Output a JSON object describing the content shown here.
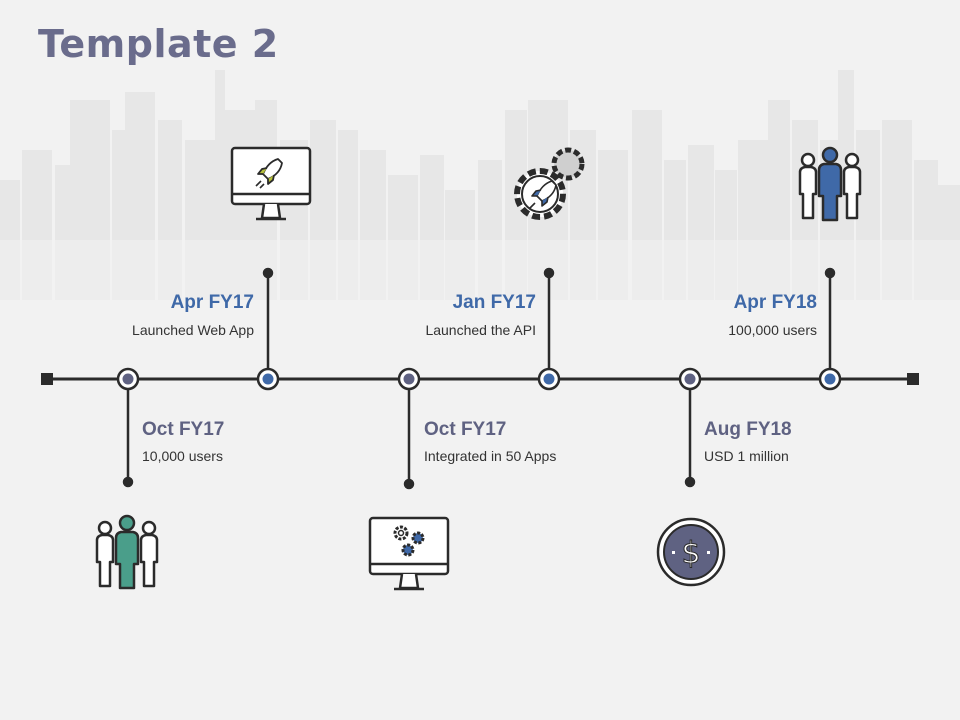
{
  "slide": {
    "title": "Template 2"
  },
  "colors": {
    "title": "#6a6c8c",
    "accent_blue": "#3f69a8",
    "accent_slate": "#5f6282",
    "accent_teal": "#4a9e8a",
    "line": "#2b2b2b",
    "background": "#f2f2f2",
    "skyline": "#e6e6e6"
  },
  "milestones": [
    {
      "date": "Oct FY17",
      "description": "10,000 users",
      "position": "below",
      "icon": "people-group-icon"
    },
    {
      "date": "Apr FY17",
      "description": "Launched Web App",
      "position": "above",
      "icon": "monitor-rocket-icon"
    },
    {
      "date": "Oct FY17",
      "description": "Integrated in 50 Apps",
      "position": "below",
      "icon": "monitor-gears-icon"
    },
    {
      "date": "Jan FY17",
      "description": "Launched the API",
      "position": "above",
      "icon": "gear-rocket-icon"
    },
    {
      "date": "Aug FY18",
      "description": "USD 1 million",
      "position": "below",
      "icon": "dollar-coin-icon"
    },
    {
      "date": "Apr FY18",
      "description": "100,000 users",
      "position": "above",
      "icon": "people-group-icon"
    }
  ]
}
